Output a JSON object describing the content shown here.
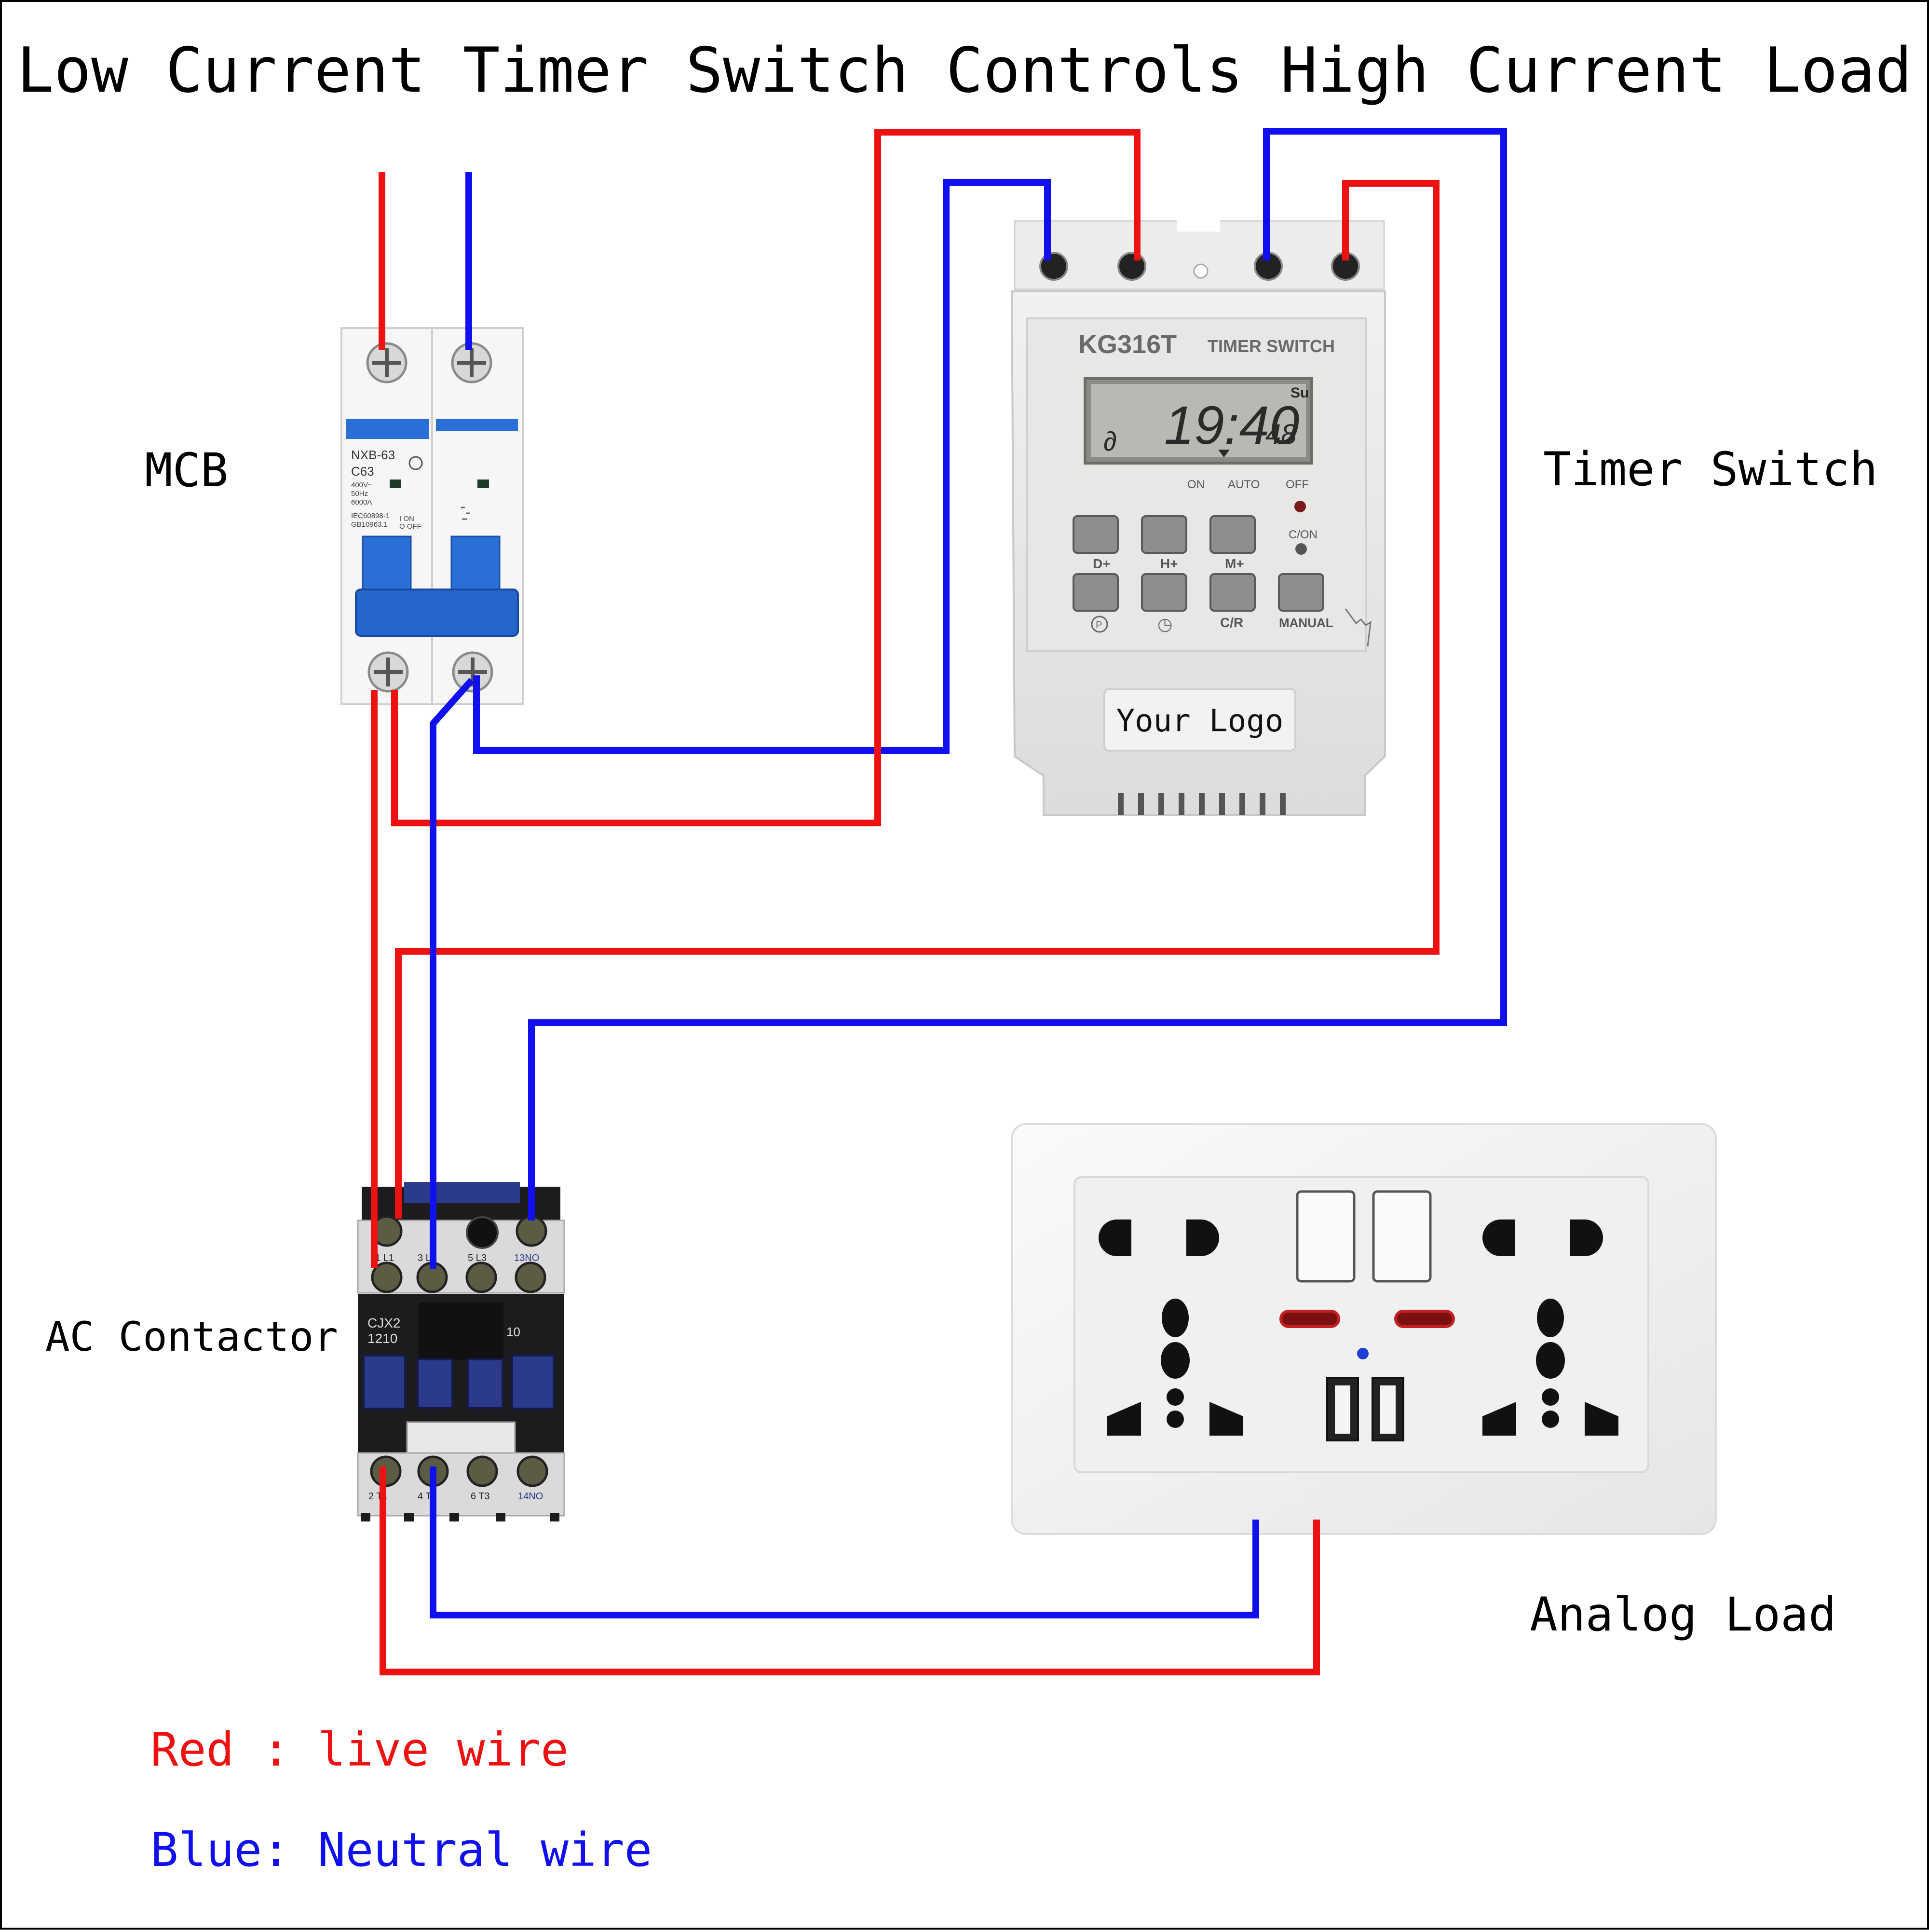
{
  "title": "Low Current Timer Switch Controls High Current Load",
  "labels": {
    "mcb": "MCB",
    "timer_switch": "Timer Switch",
    "ac_contactor": "AC Contactor",
    "analog_load": "Analog Load"
  },
  "legend": {
    "red": "Red : live wire",
    "blue": "Blue: Neutral wire"
  },
  "colors": {
    "live": "#ee1111",
    "neutral": "#1010ee",
    "mcb_blue": "#2a6fd6",
    "contactor_body": "#1c1c1e",
    "contactor_blue": "#2c3a8a"
  },
  "mcb": {
    "model": "NXB-63",
    "rating": "C63",
    "specs": [
      "400V~",
      "50Hz",
      "6000A",
      "IEC60898-1",
      "GB10963.1"
    ],
    "on_off": [
      "I ON",
      "O OFF"
    ]
  },
  "timer": {
    "model": "KG316T",
    "type": "TIMER SWITCH",
    "time": "19:40",
    "seconds": "48",
    "day": "Su",
    "mode_labels": [
      "ON",
      "AUTO",
      "OFF"
    ],
    "indicator": "C/ON",
    "buttons": [
      "D+",
      "H+",
      "M+",
      "MANUAL"
    ],
    "bottom_labels": [
      "P",
      "◷",
      "C/R"
    ],
    "logo": "Your Logo"
  },
  "contactor": {
    "model": "CJX2",
    "number": "1210",
    "aux": "10",
    "top_terminals": [
      "1 L1",
      "3 L2",
      "5 L3",
      "13NO"
    ],
    "bottom_terminals": [
      "2 T1",
      "4 T2",
      "6 T3",
      "14NO"
    ]
  }
}
